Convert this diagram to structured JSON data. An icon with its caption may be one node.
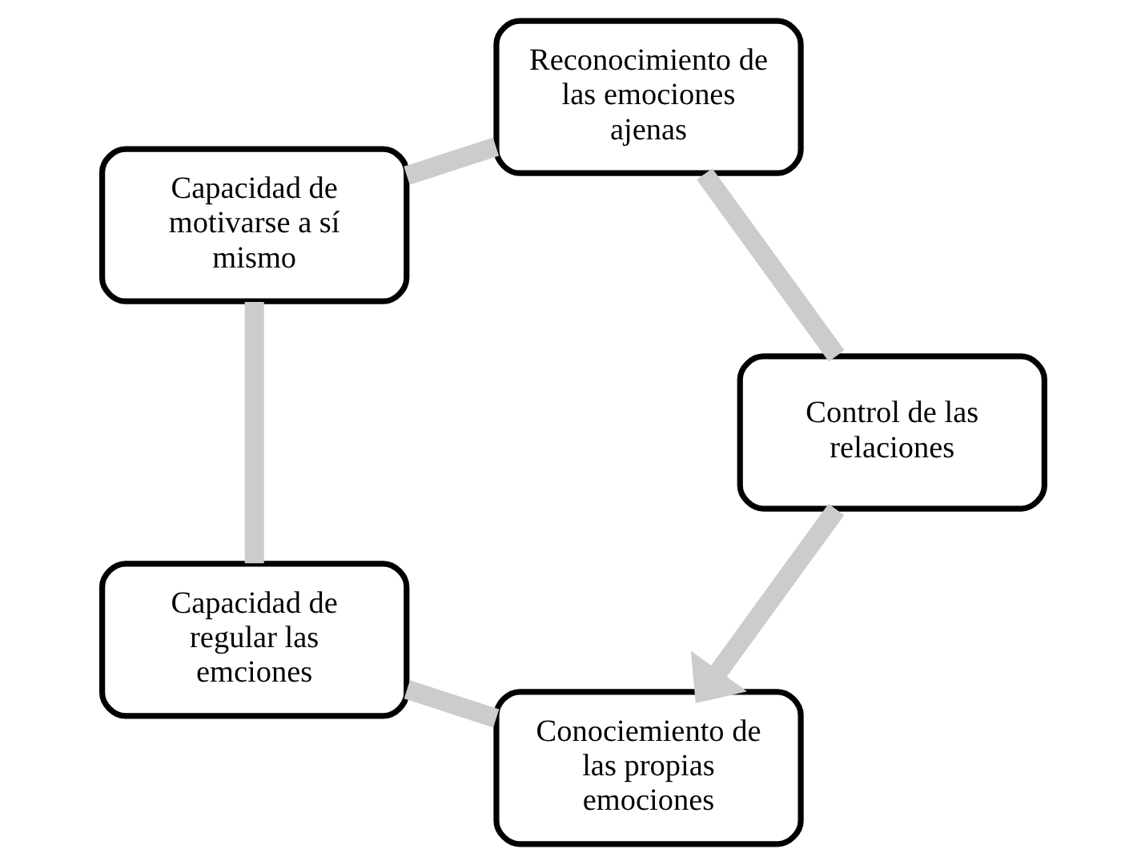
{
  "diagram": {
    "nodes": [
      {
        "text": [
          "Conociemiento de las propias emociones"
        ]
      },
      {
        "text": [
          "Capacidad de regular las emciones"
        ]
      },
      {
        "text": [
          "Capacidad de motivarse a sí mismo"
        ]
      },
      {
        "text": [
          "Reconocimiento de las emociones ajenas"
        ]
      },
      {
        "text": [
          "Control de las relaciones"
        ]
      }
    ],
    "edges": [
      {
        "from": 0,
        "to": 1,
        "arrow": "none"
      },
      {
        "from": 1,
        "to": 2,
        "arrow": "none"
      },
      {
        "from": 2,
        "to": 3,
        "arrow": "none"
      },
      {
        "from": 3,
        "to": 4,
        "arrow": "none"
      },
      {
        "from": 4,
        "to": 0,
        "arrow": "to"
      }
    ]
  }
}
